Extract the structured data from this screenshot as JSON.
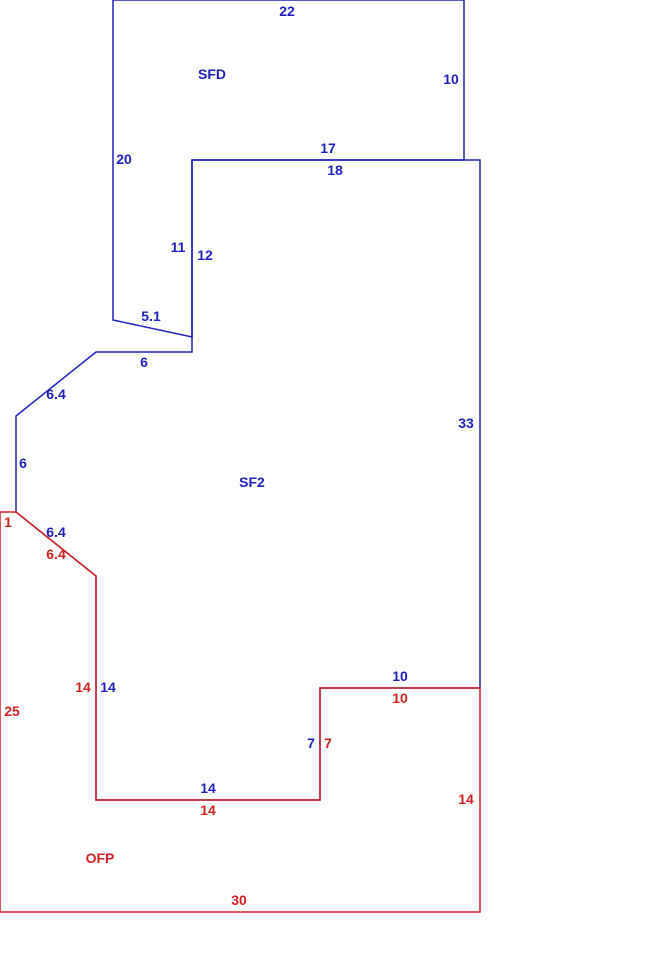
{
  "colors": {
    "blue": "#1f1fbf",
    "red": "#d42020"
  },
  "areas": {
    "sfd": "SFD",
    "sf2": "SF2",
    "ofp": "OFP"
  },
  "dims": {
    "sfd_top": "22",
    "sfd_right": "10",
    "sfd_bottom": "17",
    "sfd_left": "20",
    "sfd_inner": "11",
    "sfd_diag": "5.1",
    "sf2_top": "18",
    "sf2_right": "33",
    "sf2_step": "12",
    "sf2_ledge": "6",
    "sf2_diag_upper": "6.4",
    "sf2_left": "6",
    "sf2_diag_lower": "6.4",
    "sf2_inner_vert": "14",
    "sf2_bottom": "14",
    "sf2_notch_vert": "7",
    "sf2_notch_top": "10",
    "ofp_left_small": "1",
    "ofp_diag": "6.4",
    "ofp_left": "25",
    "ofp_inner_vert": "14",
    "ofp_inner_bottom": "14",
    "ofp_notch_vert": "7",
    "ofp_notch_top": "10",
    "ofp_right": "14",
    "ofp_bottom": "30"
  }
}
